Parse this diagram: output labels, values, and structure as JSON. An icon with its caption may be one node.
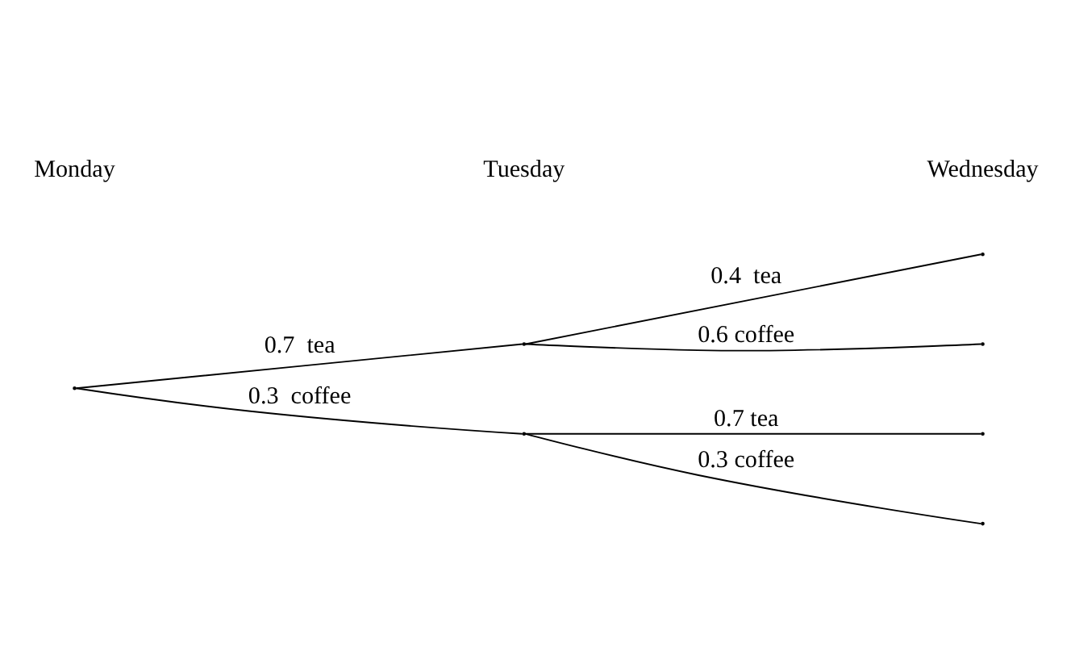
{
  "diagram": {
    "nodes": [
      {
        "text": [],
        "shape": "point"
      },
      {
        "text": [],
        "shape": "point"
      },
      {
        "text": [],
        "shape": "point"
      },
      {
        "text": [],
        "shape": "point"
      },
      {
        "text": [],
        "shape": "point"
      },
      {
        "text": [],
        "shape": "point"
      },
      {
        "text": [],
        "shape": "point"
      }
    ],
    "edges": [
      {
        "from": 0,
        "to": 1,
        "arrow": "none",
        "label": "0.7  tea"
      },
      {
        "from": 0,
        "to": 2,
        "arrow": "none",
        "label": "0.3  coffee"
      },
      {
        "from": 1,
        "to": 3,
        "arrow": "none",
        "label": "0.4  tea"
      },
      {
        "from": 1,
        "to": 4,
        "arrow": "none",
        "label": "0.6 coffee"
      },
      {
        "from": 2,
        "to": 5,
        "arrow": "none",
        "label": "0.7 tea"
      },
      {
        "from": 2,
        "to": 6,
        "arrow": "none",
        "label": "0.3 coffee"
      }
    ],
    "labels": [
      "Monday",
      "Tuesday",
      "Wednesday"
    ]
  }
}
